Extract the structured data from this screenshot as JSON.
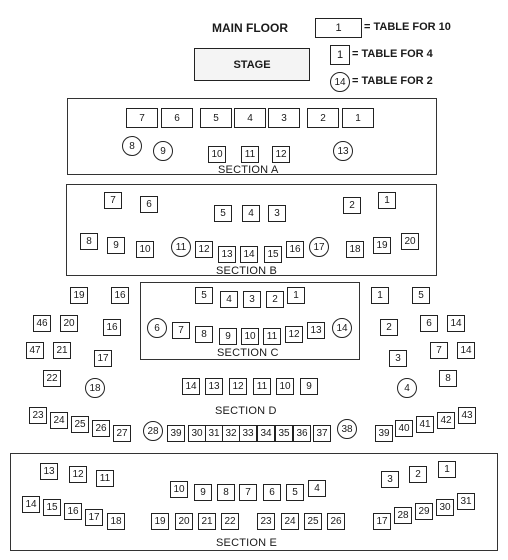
{
  "title": "MAIN FLOOR",
  "stage": "STAGE",
  "legend": [
    {
      "kind": "table10",
      "label": "1",
      "text": "= TABLE FOR 10"
    },
    {
      "kind": "table4",
      "label": "1",
      "text": "= TABLE FOR  4"
    },
    {
      "kind": "table2",
      "label": "14",
      "text": "= TABLE FOR  2"
    }
  ],
  "sections": {
    "a": "SECTION A",
    "b": "SECTION B",
    "c": "SECTION C",
    "d": "SECTION D",
    "e": "SECTION E"
  },
  "tables": [
    {
      "n": "7",
      "t": "r"
    },
    {
      "n": "6",
      "t": "r"
    },
    {
      "n": "5",
      "t": "r"
    },
    {
      "n": "4",
      "t": "r"
    },
    {
      "n": "3",
      "t": "r"
    },
    {
      "n": "2",
      "t": "r"
    },
    {
      "n": "1",
      "t": "r"
    },
    {
      "n": "8",
      "t": "c"
    },
    {
      "n": "9",
      "t": "c"
    },
    {
      "n": "10",
      "t": "s"
    },
    {
      "n": "11",
      "t": "s"
    },
    {
      "n": "12",
      "t": "s"
    },
    {
      "n": "13",
      "t": "c"
    },
    {
      "n": "7",
      "t": "s"
    },
    {
      "n": "6",
      "t": "s"
    },
    {
      "n": "5",
      "t": "s"
    },
    {
      "n": "4",
      "t": "s"
    },
    {
      "n": "3",
      "t": "s"
    },
    {
      "n": "2",
      "t": "s"
    },
    {
      "n": "1",
      "t": "s"
    },
    {
      "n": "8",
      "t": "s"
    },
    {
      "n": "9",
      "t": "s"
    },
    {
      "n": "10",
      "t": "s"
    },
    {
      "n": "11",
      "t": "c"
    },
    {
      "n": "12",
      "t": "s"
    },
    {
      "n": "13",
      "t": "s"
    },
    {
      "n": "14",
      "t": "s"
    },
    {
      "n": "15",
      "t": "s"
    },
    {
      "n": "16",
      "t": "s"
    },
    {
      "n": "17",
      "t": "c"
    },
    {
      "n": "18",
      "t": "s"
    },
    {
      "n": "19",
      "t": "s"
    },
    {
      "n": "20",
      "t": "s"
    },
    {
      "n": "5",
      "t": "s"
    },
    {
      "n": "4",
      "t": "s"
    },
    {
      "n": "3",
      "t": "s"
    },
    {
      "n": "2",
      "t": "s"
    },
    {
      "n": "1",
      "t": "s"
    },
    {
      "n": "6",
      "t": "c"
    },
    {
      "n": "7",
      "t": "s"
    },
    {
      "n": "8",
      "t": "s"
    },
    {
      "n": "9",
      "t": "s"
    },
    {
      "n": "10",
      "t": "s"
    },
    {
      "n": "11",
      "t": "s"
    },
    {
      "n": "12",
      "t": "s"
    },
    {
      "n": "13",
      "t": "s"
    },
    {
      "n": "14",
      "t": "c"
    },
    {
      "n": "19",
      "t": "s"
    },
    {
      "n": "16",
      "t": "s"
    },
    {
      "n": "46",
      "t": "s"
    },
    {
      "n": "20",
      "t": "s"
    },
    {
      "n": "16",
      "t": "s"
    },
    {
      "n": "47",
      "t": "s"
    },
    {
      "n": "21",
      "t": "s"
    },
    {
      "n": "17",
      "t": "s"
    },
    {
      "n": "22",
      "t": "s"
    },
    {
      "n": "18",
      "t": "c"
    },
    {
      "n": "1",
      "t": "s"
    },
    {
      "n": "5",
      "t": "s"
    },
    {
      "n": "2",
      "t": "s"
    },
    {
      "n": "6",
      "t": "s"
    },
    {
      "n": "14",
      "t": "s"
    },
    {
      "n": "7",
      "t": "s"
    },
    {
      "n": "14",
      "t": "s"
    },
    {
      "n": "3",
      "t": "s"
    },
    {
      "n": "8",
      "t": "s"
    },
    {
      "n": "4",
      "t": "c"
    },
    {
      "n": "14",
      "t": "s"
    },
    {
      "n": "13",
      "t": "s"
    },
    {
      "n": "12",
      "t": "s"
    },
    {
      "n": "11",
      "t": "s"
    },
    {
      "n": "10",
      "t": "s"
    },
    {
      "n": "9",
      "t": "s"
    },
    {
      "n": "23",
      "t": "s"
    },
    {
      "n": "24",
      "t": "s"
    },
    {
      "n": "25",
      "t": "s"
    },
    {
      "n": "26",
      "t": "s"
    },
    {
      "n": "27",
      "t": "s"
    },
    {
      "n": "28",
      "t": "c"
    },
    {
      "n": "39",
      "t": "s"
    },
    {
      "n": "30",
      "t": "s"
    },
    {
      "n": "31",
      "t": "s"
    },
    {
      "n": "32",
      "t": "s"
    },
    {
      "n": "33",
      "t": "s"
    },
    {
      "n": "34",
      "t": "s"
    },
    {
      "n": "35",
      "t": "s"
    },
    {
      "n": "36",
      "t": "s"
    },
    {
      "n": "37",
      "t": "s"
    },
    {
      "n": "38",
      "t": "c"
    },
    {
      "n": "39",
      "t": "s"
    },
    {
      "n": "40",
      "t": "s"
    },
    {
      "n": "41",
      "t": "s"
    },
    {
      "n": "42",
      "t": "s"
    },
    {
      "n": "43",
      "t": "s"
    },
    {
      "n": "13",
      "t": "s"
    },
    {
      "n": "12",
      "t": "s"
    },
    {
      "n": "11",
      "t": "s"
    },
    {
      "n": "14",
      "t": "s"
    },
    {
      "n": "15",
      "t": "s"
    },
    {
      "n": "16",
      "t": "s"
    },
    {
      "n": "17",
      "t": "s"
    },
    {
      "n": "18",
      "t": "s"
    },
    {
      "n": "10",
      "t": "s"
    },
    {
      "n": "9",
      "t": "s"
    },
    {
      "n": "8",
      "t": "s"
    },
    {
      "n": "7",
      "t": "s"
    },
    {
      "n": "6",
      "t": "s"
    },
    {
      "n": "5",
      "t": "s"
    },
    {
      "n": "4",
      "t": "s"
    },
    {
      "n": "19",
      "t": "s"
    },
    {
      "n": "20",
      "t": "s"
    },
    {
      "n": "21",
      "t": "s"
    },
    {
      "n": "22",
      "t": "s"
    },
    {
      "n": "23",
      "t": "s"
    },
    {
      "n": "24",
      "t": "s"
    },
    {
      "n": "25",
      "t": "s"
    },
    {
      "n": "26",
      "t": "s"
    },
    {
      "n": "3",
      "t": "s"
    },
    {
      "n": "2",
      "t": "s"
    },
    {
      "n": "1",
      "t": "s"
    },
    {
      "n": "17",
      "t": "s"
    },
    {
      "n": "28",
      "t": "s"
    },
    {
      "n": "29",
      "t": "s"
    },
    {
      "n": "30",
      "t": "s"
    },
    {
      "n": "31",
      "t": "s"
    }
  ]
}
